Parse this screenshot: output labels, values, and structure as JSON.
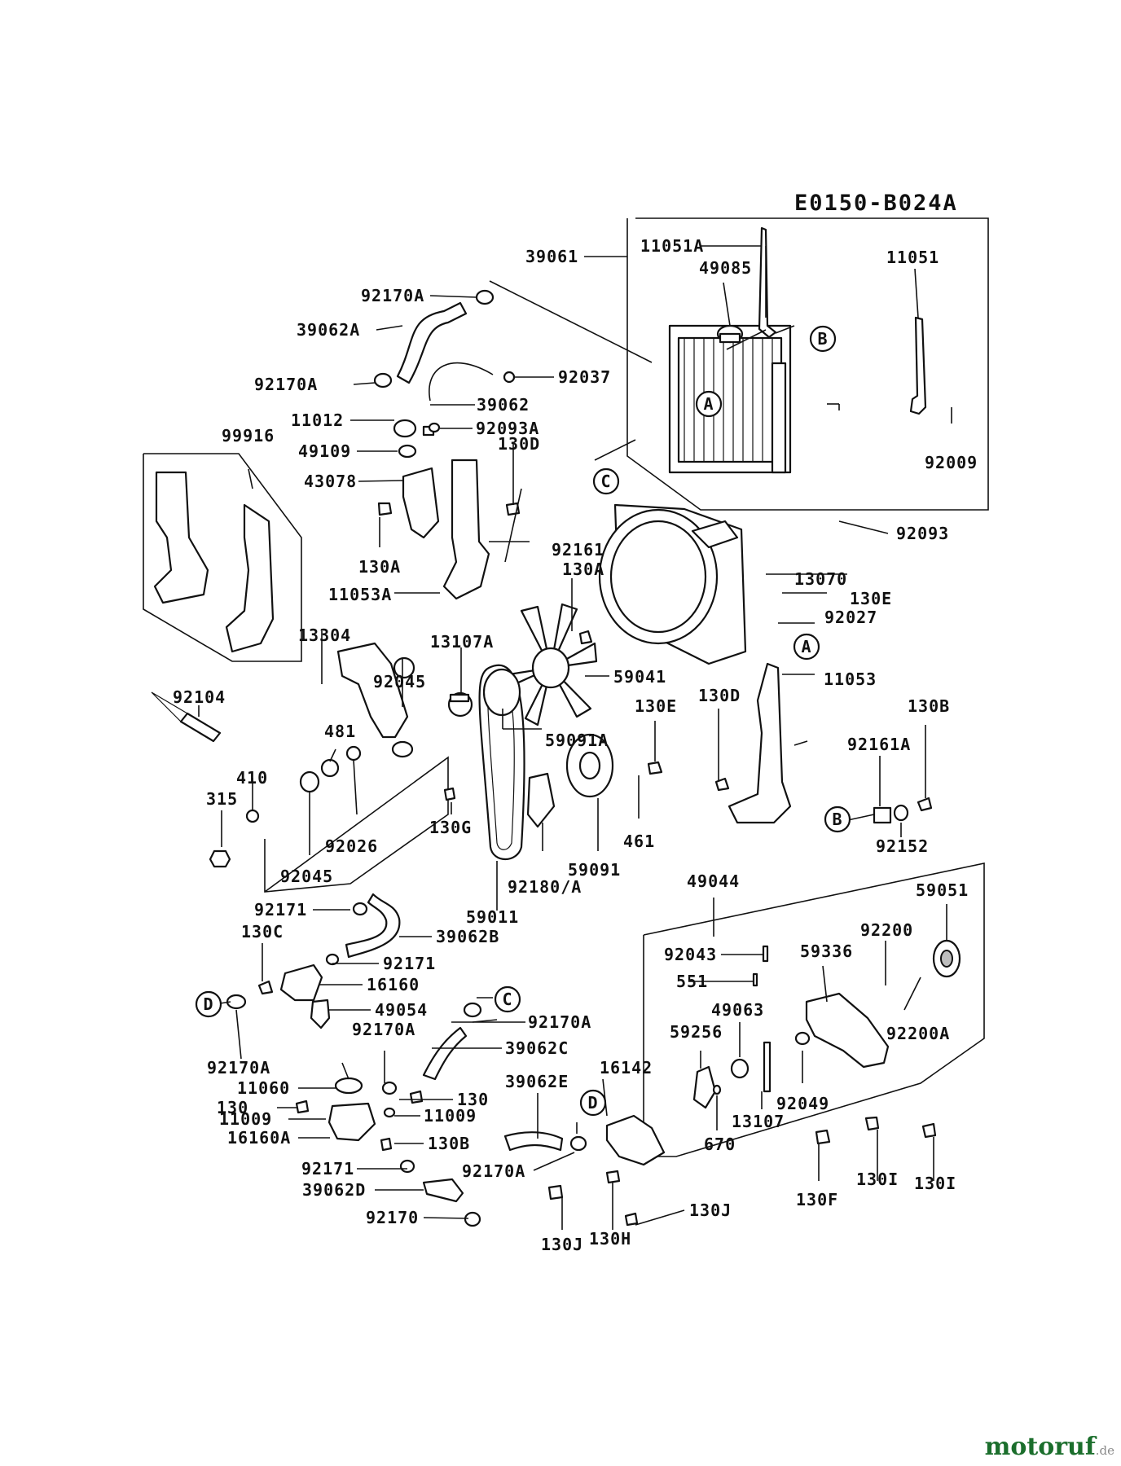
{
  "diagram": {
    "code": "E0150-B024A",
    "labels": {
      "l39061": "39061",
      "l11051A": "11051A",
      "l49085": "49085",
      "l11051": "11051",
      "l92170A_1": "92170A",
      "l39062A": "39062A",
      "l92170A_2": "92170A",
      "l92037": "92037",
      "l39062": "39062",
      "l11012": "11012",
      "l92093A": "92093A",
      "l49109": "49109",
      "l130D_1": "130D",
      "l99916": "99916",
      "l43078": "43078",
      "l92009": "92009",
      "l92093": "92093",
      "l130A_1": "130A",
      "l92161": "92161",
      "l130A_2": "130A",
      "l11053A": "11053A",
      "l13070": "13070",
      "l130E_1": "130E",
      "l92027": "92027",
      "l13304": "13304",
      "l13107A": "13107A",
      "l11053": "11053",
      "l59041": "59041",
      "l92104": "92104",
      "l92045_1": "92045",
      "l130D_2": "130D",
      "l130E_2": "130E",
      "l130B_1": "130B",
      "l481": "481",
      "l59091A": "59091A",
      "l92161A": "92161A",
      "l410": "410",
      "l315": "315",
      "l130G": "130G",
      "l461": "461",
      "l92026": "92026",
      "l92152": "92152",
      "l59091": "59091",
      "l92045_2": "92045",
      "l92180A": "92180/A",
      "l49044": "49044",
      "l59011": "59011",
      "l59051": "59051",
      "l92171_1": "92171",
      "l39062B": "39062B",
      "l130C": "130C",
      "l92200": "92200",
      "l92043": "92043",
      "l59336": "59336",
      "l92171_2": "92171",
      "l551": "551",
      "l16160": "16160",
      "l49063": "49063",
      "l92170A_3": "92170A",
      "l49054": "49054",
      "l92170A_4": "92170A",
      "l59256": "59256",
      "l92200A": "92200A",
      "l39062C": "39062C",
      "l92170A_5": "92170A",
      "l16142": "16142",
      "l39062E": "39062E",
      "l92049": "92049",
      "l11060": "11060",
      "l130_1": "130",
      "l130_2": "130",
      "l13107": "13107",
      "l11009_1": "11009",
      "l11009_2": "11009",
      "l670": "670",
      "l16160A": "16160A",
      "l130B_2": "130B",
      "l92171_3": "92171",
      "l92170A_6": "92170A",
      "l130F": "130F",
      "l130I_1": "130I",
      "l130I_2": "130I",
      "l39062D": "39062D",
      "l130J_1": "130J",
      "l92170": "92170",
      "l130J_2": "130J",
      "l130H": "130H"
    },
    "callouts": {
      "cA1": "A",
      "cB1": "B",
      "cC1": "C",
      "cA2": "A",
      "cB2": "B",
      "cD1": "D",
      "cC2": "C",
      "cD2": "D"
    }
  },
  "watermark": {
    "brand": "motoruf",
    "tld": ".de"
  }
}
